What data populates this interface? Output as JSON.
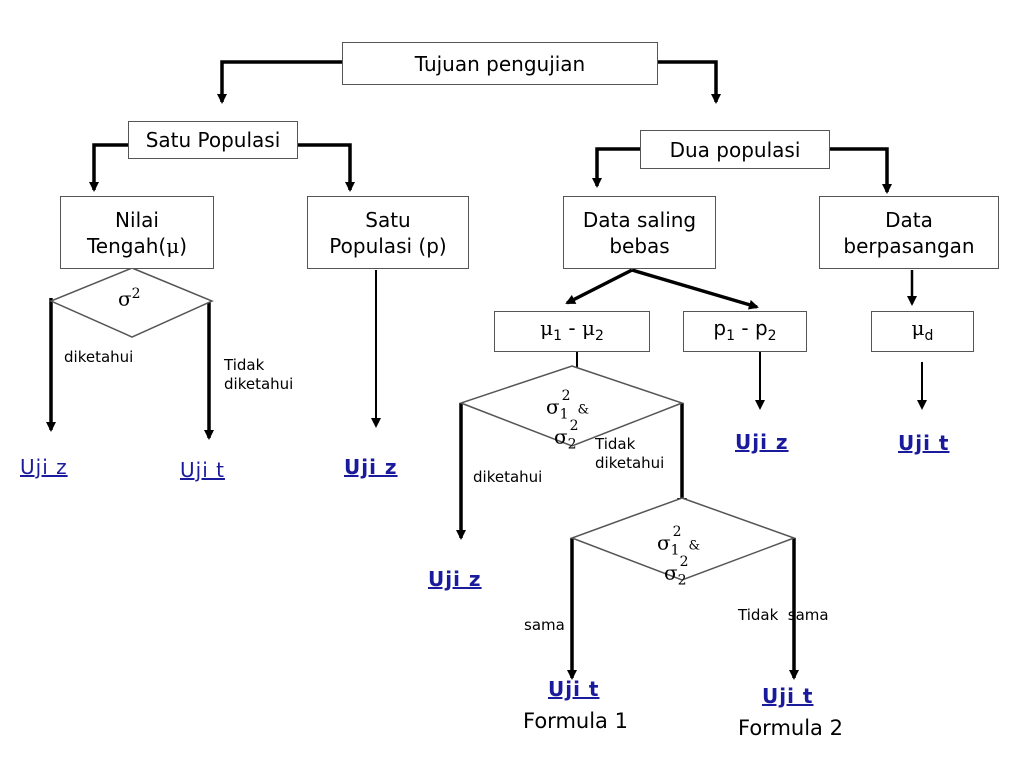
{
  "root": "Tujuan pengujian",
  "left": {
    "title": "Satu Populasi",
    "mean_box": {
      "line1": "Nilai",
      "line2": "Tengah(",
      "mu": "μ",
      "close": ")"
    },
    "variance_label": {
      "sigma": "σ",
      "exp": "2"
    },
    "known": "diketahui",
    "unknown_line1": "Tidak",
    "unknown_line2": "diketahui",
    "result_known": "Uji z",
    "result_unknown": "Uji t",
    "prop_box": {
      "line1": "Satu",
      "line2": "Populasi (p)"
    },
    "prop_result": "Uji z"
  },
  "right": {
    "title": "Dua populasi",
    "independent": {
      "line1": "Data saling",
      "line2": "bebas"
    },
    "paired": {
      "line1": "Data",
      "line2": "berpasangan"
    },
    "mean_diff": {
      "mu": "μ",
      "sub1": "1",
      "minus": " - ",
      "sub2": "2"
    },
    "prop_diff": {
      "p": "p",
      "sub1": "1",
      "minus": " - ",
      "p2": "p",
      "sub2": "2"
    },
    "paired_mean": {
      "mu": "μ",
      "sub": "d"
    },
    "variance1": {
      "s1": "σ",
      "sub1": "1",
      "exp1": "2",
      "amp": "&",
      "s2": "σ",
      "sub2": "2",
      "exp2": "2"
    },
    "known": "diketahui",
    "unknown_line1": "Tidak",
    "unknown_line2": "diketahui",
    "result_known": "Uji z",
    "prop_result": "Uji z",
    "paired_result": "Uji t",
    "variance2": {
      "s1": "σ",
      "sub1": "1",
      "exp1": "2",
      "amp": "&",
      "s2": "σ",
      "sub2": "2",
      "exp2": "2"
    },
    "equal": "sama",
    "not_equal": "Tidak  sama",
    "result_equal": "Uji t",
    "formula1": "Formula 1",
    "result_not_equal": "Uji t",
    "formula2": "Formula 2"
  }
}
